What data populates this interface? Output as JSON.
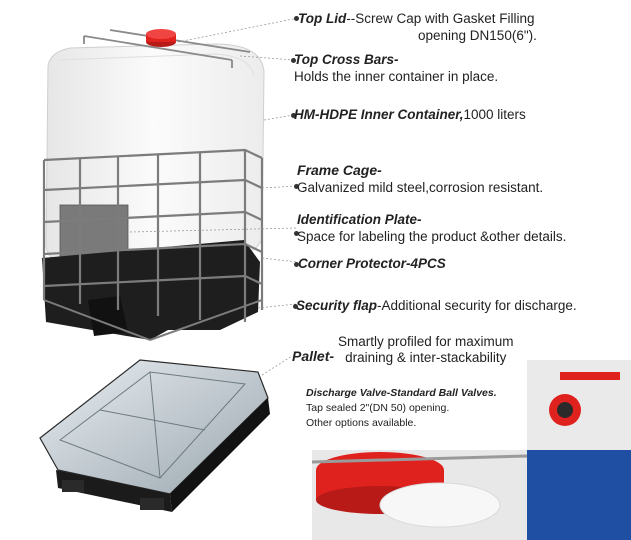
{
  "labels": {
    "top_lid": {
      "title": "Top Lid",
      "text_line1": "--Screw Cap with Gasket Filling",
      "text_line2": "opening DN150(6\")."
    },
    "top_cross_bars": {
      "title": "Top Cross Bars-",
      "text": "Holds the inner container in place."
    },
    "inner_container": {
      "title": "HM-HDPE Inner Container,",
      "text": "1000 liters"
    },
    "frame_cage": {
      "title": "Frame Cage-",
      "text": "Galvanized mild steel,corrosion resistant."
    },
    "identification_plate": {
      "title": "Identification Plate-",
      "text": "Space for labeling the product &other details."
    },
    "corner_protector": {
      "title": "Corner Protector-4PCS"
    },
    "security_flap": {
      "title": "Security flap",
      "text": "-Additional security for discharge."
    },
    "pallet": {
      "title": "Pallet-",
      "text_line1": "Smartly profiled for maximum",
      "text_line2": "draining & inter-stackability"
    },
    "discharge_valve": {
      "title": "Discharge Valve-Standard Ball Valves.",
      "text_line1": "Tap sealed 2\"(DN 50) opening.",
      "text_line2": "Other options available."
    }
  },
  "colors": {
    "cap_red": "#e0221f",
    "cage_steel": "#7c7c7c",
    "tank_white": "#f6f6f6",
    "pallet_black": "#1b1b1b",
    "photo_blue": "#1f4fa3"
  }
}
